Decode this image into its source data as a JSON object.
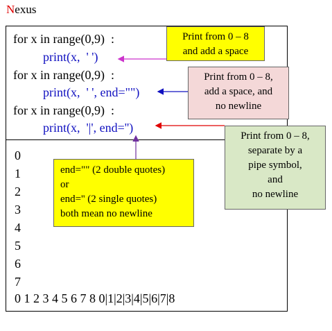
{
  "app": {
    "title_first": "N",
    "title_rest": "exus"
  },
  "code": {
    "line1": "for x in range(0,9)  :",
    "line2": "print(x,  ' ')",
    "line3": "for x in range(0,9)  :",
    "line4": "print(x,  ' ', end=\"\")",
    "line5": "for x in range(0,9)  :",
    "line6": "print(x,  '|', end='')"
  },
  "output": [
    "0",
    "1",
    "2",
    "3",
    "4",
    "5",
    "6",
    "7",
    "0 1 2 3 4 5 6 7 8 0|1|2|3|4|5|6|7|8"
  ],
  "callouts": {
    "c1": [
      "Print from 0 – 8",
      "and add a space"
    ],
    "c2": [
      "Print from 0 – 8,",
      "add a space, and",
      "no newline"
    ],
    "c3": [
      "Print from 0 – 8,",
      "separate by a",
      "pipe symbol,",
      "and",
      "no newline"
    ],
    "c4": [
      "end=\"\" (2 double quotes)",
      "or",
      "end='' (2 single quotes)",
      "both mean no newline"
    ]
  },
  "colors": {
    "yellow": "#ffff00",
    "pink": "#f4d8d8",
    "green": "#d9e8c6",
    "code_blue": "#1010c0",
    "title_red": "#e00000"
  }
}
